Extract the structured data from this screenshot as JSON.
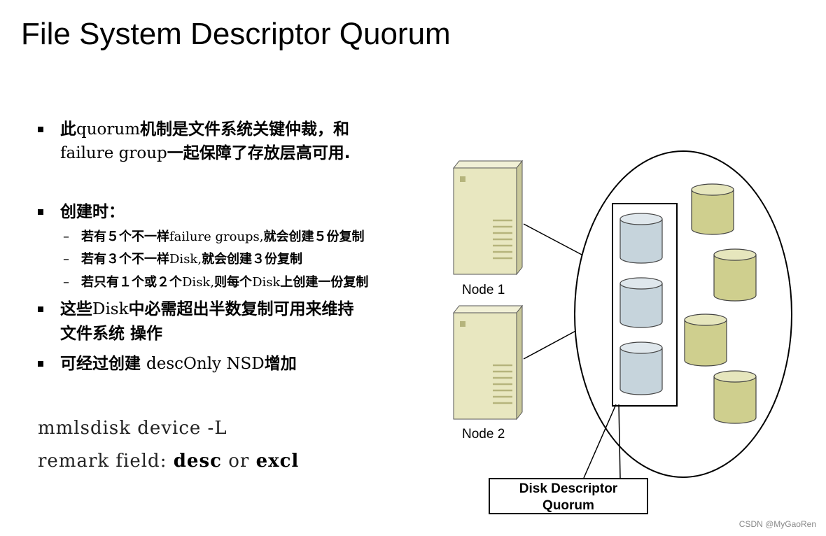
{
  "title": "File System Descriptor Quorum",
  "bullets": {
    "b1_line1_a": "此",
    "b1_line1_b": "quorum",
    "b1_line1_c": "机制是文件系统关键仲裁，和",
    "b1_line2_a": "failure group",
    "b1_line2_b": "一起保障了存放层高可用.",
    "b2": "创建时：",
    "sub1_a": "若有５个不一样",
    "sub1_b": "failure groups,",
    "sub1_c": "就会创建５份复制",
    "sub2_a": "若有３个不一样",
    "sub2_b": "Disk,",
    "sub2_c": "就会创建３份复制",
    "sub3_a": "若只有１个或２个",
    "sub3_b": "Disk,",
    "sub3_c": "则每个",
    "sub3_d": "Disk",
    "sub3_e": "上创建一份复制",
    "b3_line1_a": "这些",
    "b3_line1_b": "Disk",
    "b3_line1_c": "中必需超出半数复制可用来维持",
    "b3_line2": "文件系统 操作",
    "b4_a": "可经过创建 ",
    "b4_b": "descOnly NSD",
    "b4_c": "增加",
    "dash": "–"
  },
  "commands": {
    "line1": "mmlsdisk device -L",
    "line2_a": "remark field: ",
    "line2_b": "desc",
    "line2_c": " or ",
    "line2_d": "excl"
  },
  "diagram": {
    "node1": "Node 1",
    "node2": "Node 2",
    "quorum_line1": "Disk Descriptor",
    "quorum_line2": "Quorum",
    "server_color": "#e8e7c0",
    "quorum_disk_color": "#c6d4dc",
    "other_disk_color": "#cfcf8e"
  },
  "watermark": "CSDN @MyGaoRen"
}
